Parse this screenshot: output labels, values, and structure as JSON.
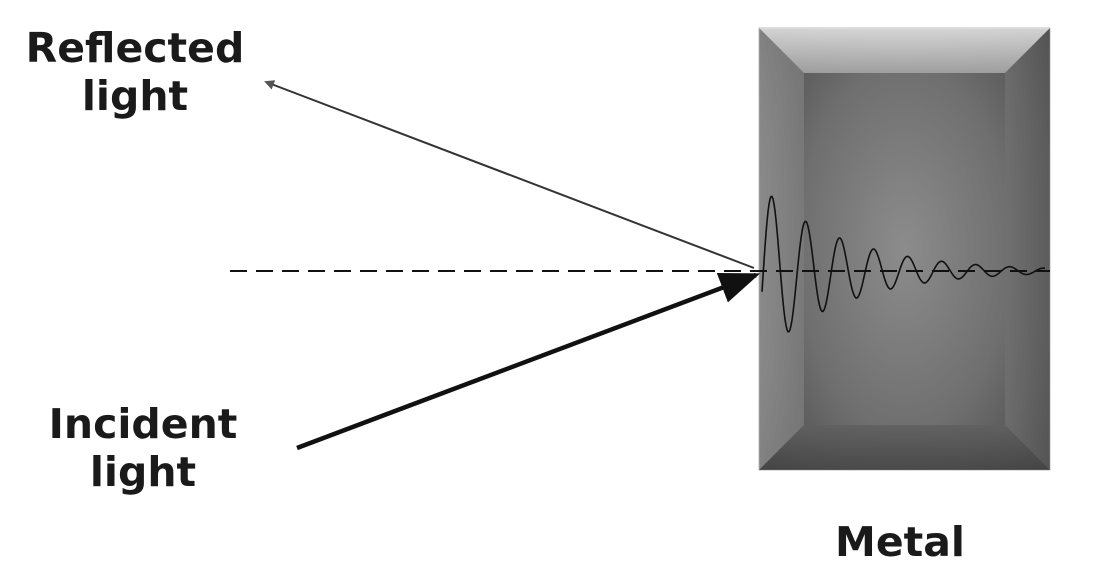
{
  "labels": {
    "reflected": [
      "Reflected",
      "light"
    ],
    "incident": [
      "Incident",
      "light"
    ],
    "metal": "Metal"
  },
  "colors": {
    "ink": "#1a1a1a",
    "reflected_arrow": "#333333",
    "metal_light": "#9a9a9a",
    "metal_dark": "#4a4a4a",
    "metal_edge": "#c8c8c8"
  }
}
